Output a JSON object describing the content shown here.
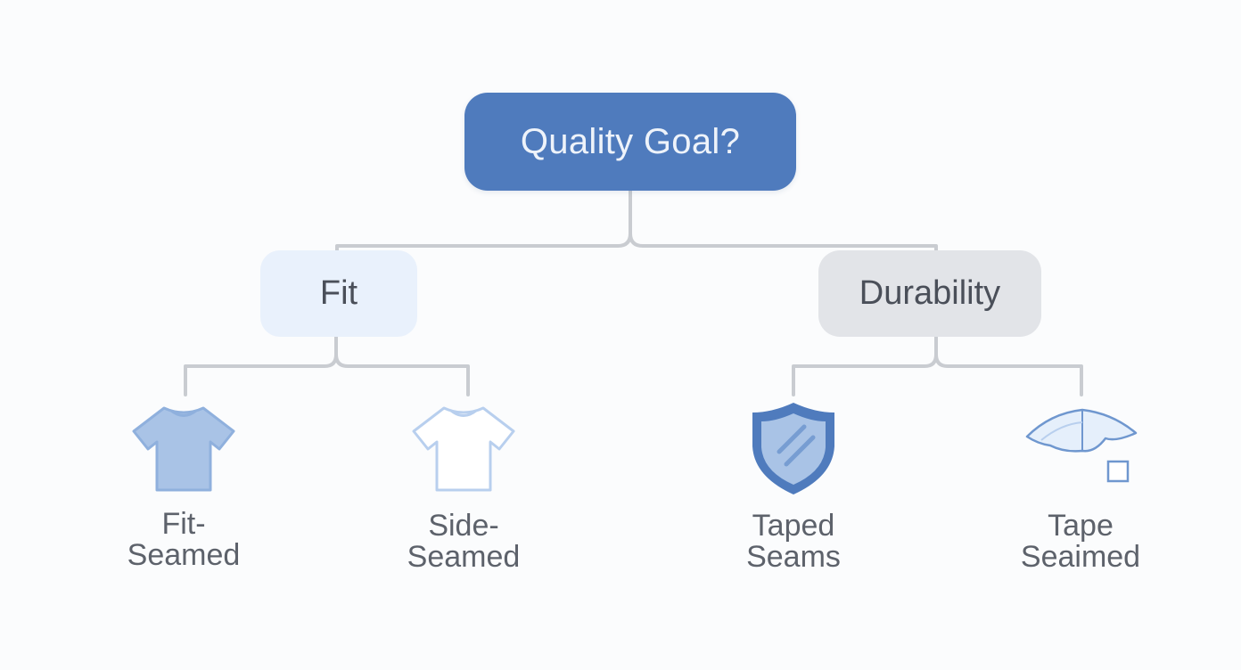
{
  "root": {
    "label": "Quality Goal?"
  },
  "branches": [
    {
      "label": "Fit",
      "leaves": [
        {
          "icon": "tshirt-filled-icon",
          "line1": "Fit-",
          "line2": "Seamed"
        },
        {
          "icon": "tshirt-outline-icon",
          "line1": "Side-",
          "line2": "Seamed"
        }
      ]
    },
    {
      "label": "Durability",
      "leaves": [
        {
          "icon": "shield-icon",
          "line1": "Taped",
          "line2": "Seams"
        },
        {
          "icon": "tape-icon",
          "line1": "Tape",
          "line2": "Seaimed"
        }
      ]
    }
  ],
  "colors": {
    "root_fill": "#4f7bbd",
    "fit_fill": "#e9f1fc",
    "durability_fill": "#e2e4e8",
    "connector": "#c9ccd1",
    "icon_blue": "#4f7bbd",
    "icon_light": "#a9c3e6"
  }
}
